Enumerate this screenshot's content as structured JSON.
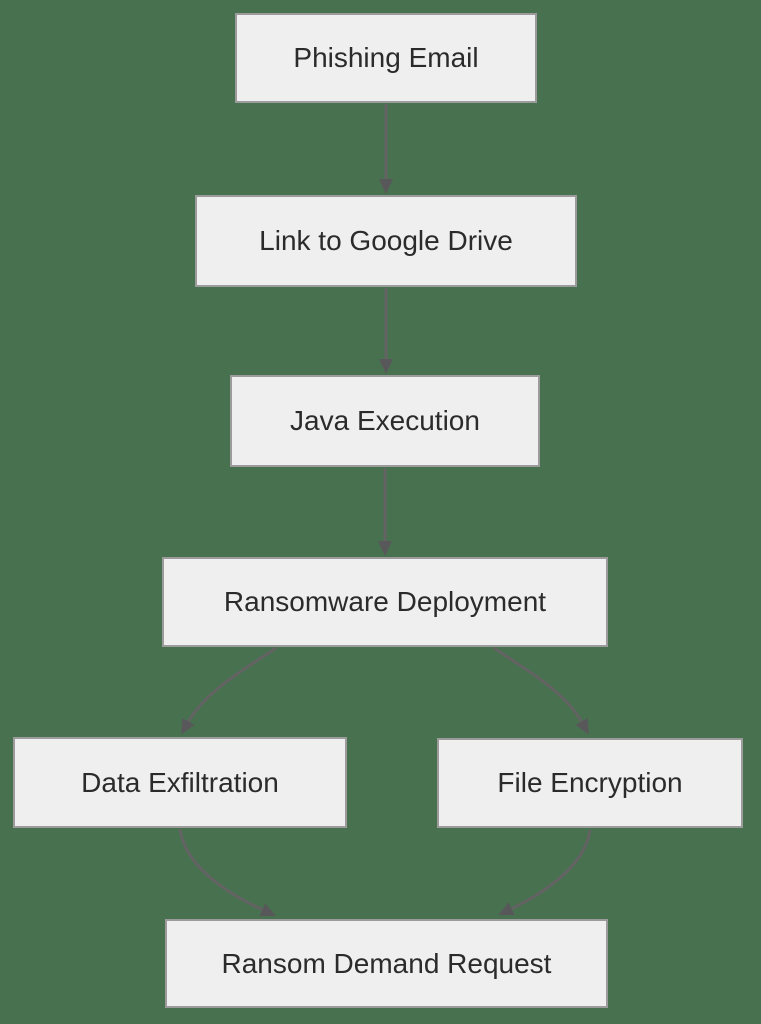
{
  "diagram": {
    "type": "flowchart",
    "direction": "top-down",
    "nodes": [
      {
        "id": "A",
        "label": "Phishing Email"
      },
      {
        "id": "B",
        "label": "Link to Google Drive"
      },
      {
        "id": "C",
        "label": "Java Execution"
      },
      {
        "id": "D",
        "label": "Ransomware Deployment"
      },
      {
        "id": "E",
        "label": "Data Exfiltration"
      },
      {
        "id": "F",
        "label": "File Encryption"
      },
      {
        "id": "G",
        "label": "Ransom Demand Request"
      }
    ],
    "edges": [
      {
        "from": "Phishing Email",
        "to": "Link to Google Drive"
      },
      {
        "from": "Link to Google Drive",
        "to": "Java Execution"
      },
      {
        "from": "Java Execution",
        "to": "Ransomware Deployment"
      },
      {
        "from": "Ransomware Deployment",
        "to": "Data Exfiltration"
      },
      {
        "from": "Ransomware Deployment",
        "to": "File Encryption"
      },
      {
        "from": "Data Exfiltration",
        "to": "Ransom Demand Request"
      },
      {
        "from": "File Encryption",
        "to": "Ransom Demand Request"
      }
    ],
    "colors": {
      "background": "#48714f",
      "node_fill": "#efefef",
      "node_border": "#9b9b9b",
      "node_text": "#2b2b2b",
      "edge": "#636363",
      "arrowhead": "#58585a"
    }
  }
}
